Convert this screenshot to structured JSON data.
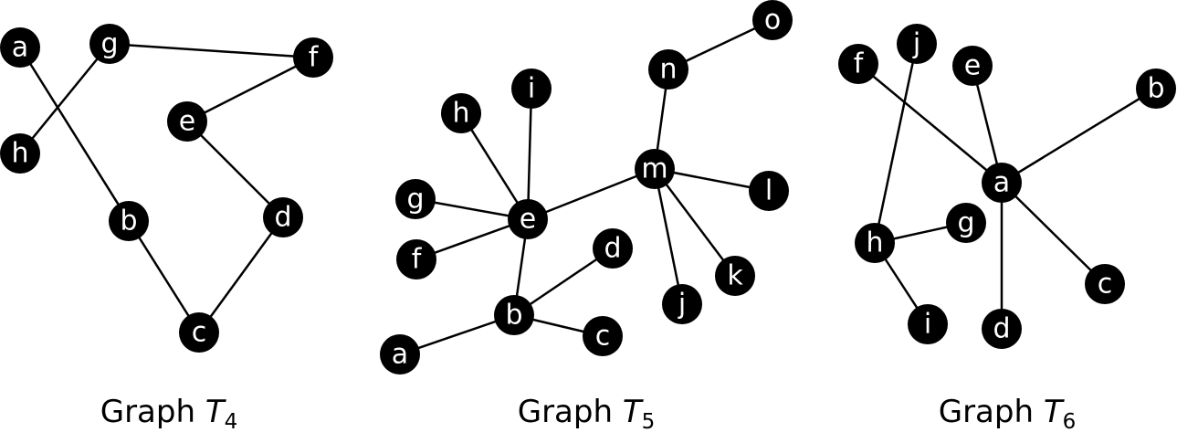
{
  "colors": {
    "node": "#000000",
    "edge": "#000000",
    "label": "#ffffff",
    "background": "#ffffff"
  },
  "graphs": [
    {
      "caption": "Graph",
      "caption_var": "T",
      "caption_sub": "4",
      "vertices": [
        "a",
        "g",
        "f",
        "h",
        "e",
        "b",
        "d",
        "c"
      ],
      "edges": [
        [
          "a",
          "b"
        ],
        [
          "g",
          "h"
        ],
        [
          "g",
          "f"
        ],
        [
          "f",
          "e"
        ],
        [
          "e",
          "d"
        ],
        [
          "b",
          "c"
        ],
        [
          "d",
          "c"
        ]
      ]
    },
    {
      "caption": "Graph",
      "caption_var": "T",
      "caption_sub": "5",
      "vertices": [
        "o",
        "n",
        "i",
        "h",
        "m",
        "l",
        "g",
        "e",
        "d",
        "f",
        "k",
        "j",
        "b",
        "c",
        "a"
      ],
      "edges": [
        [
          "n",
          "o"
        ],
        [
          "n",
          "m"
        ],
        [
          "m",
          "e"
        ],
        [
          "m",
          "l"
        ],
        [
          "m",
          "k"
        ],
        [
          "m",
          "j"
        ],
        [
          "e",
          "i"
        ],
        [
          "e",
          "h"
        ],
        [
          "e",
          "g"
        ],
        [
          "e",
          "f"
        ],
        [
          "e",
          "b"
        ],
        [
          "b",
          "d"
        ],
        [
          "b",
          "c"
        ],
        [
          "b",
          "a"
        ]
      ]
    },
    {
      "caption": "Graph",
      "caption_var": "T",
      "caption_sub": "6",
      "vertices": [
        "j",
        "f",
        "e",
        "b",
        "a",
        "g",
        "h",
        "c",
        "i",
        "d"
      ],
      "edges": [
        [
          "a",
          "f"
        ],
        [
          "a",
          "e"
        ],
        [
          "a",
          "b"
        ],
        [
          "a",
          "c"
        ],
        [
          "a",
          "d"
        ],
        [
          "j",
          "h"
        ],
        [
          "h",
          "g"
        ],
        [
          "h",
          "i"
        ]
      ]
    }
  ]
}
